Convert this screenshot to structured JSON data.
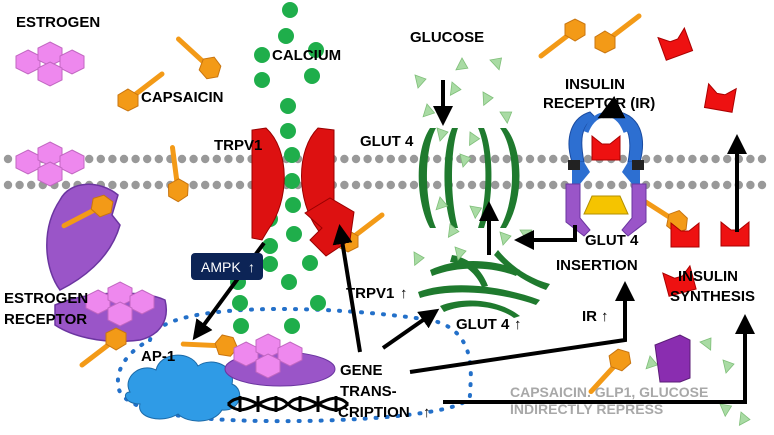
{
  "labels": {
    "estrogen": "ESTROGEN",
    "capsaicin": "CAPSAICIN",
    "calcium": "CALCIUM",
    "glucose": "GLUCOSE",
    "insulin_receptor_1": "INSULIN",
    "insulin_receptor_2": "RECEPTOR (IR)",
    "trpv1": "TRPV1",
    "glut4": "GLUT 4",
    "glut4_insertion_1": "GLUT 4",
    "glut4_insertion_2": "INSERTION",
    "insulin_synthesis_1": "INSULIN",
    "insulin_synthesis_2": "SYNTHESIS",
    "estrogen_receptor_1": "ESTROGEN",
    "estrogen_receptor_2": "RECEPTOR",
    "ampk": "AMPK",
    "ap1": "AP-1",
    "trpv1_up": "TRPV1",
    "glut4_up": "GLUT 4",
    "ir_up": "IR",
    "gene_1": "GENE",
    "gene_2": "TRANS-",
    "gene_3": "CRIPTION",
    "repress_1": "CAPSAICIN. GLP1, GLUCOSE",
    "repress_2": "INDIRECTLY REPRESS",
    "up_arrow": "↑"
  },
  "colors": {
    "membrane": "#999999",
    "estrogen": "#ee88ee",
    "capsaicin": "#f39a17",
    "calcium": "#1fae4b",
    "glut4": "#1f7a2e",
    "glucose": "#a9dba4",
    "trpv1": "#dd1111",
    "insulin": "#ee1111",
    "receptor_purple": "#9a55c8",
    "ir_blue": "#2d6fd1",
    "ap1_cloud": "#2f9be6",
    "ampk_box": "#0c2456",
    "nucleus_dots": "#2370c9",
    "repress_text": "#a8a8a8"
  }
}
